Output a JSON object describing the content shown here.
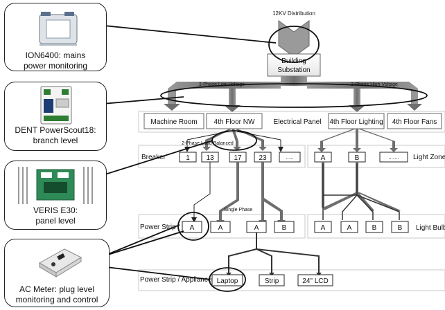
{
  "title": "12KV Distribution",
  "substation": "Building Substation",
  "bus_labels": {
    "low": "3-Phase Low Voltage",
    "high": "3-Phase High Voltage"
  },
  "panels": [
    "Machine Room",
    "4th Floor NW",
    "4th Floor Lighting",
    "4th Floor Fans"
  ],
  "electrical_panel_label": "Electrical Panel",
  "load_label": "2-Phase Load Balanced",
  "single_phase_label": "Single Phase",
  "breaker_row": {
    "label": "Breaker",
    "boxes": [
      "1",
      "13",
      "17",
      "23",
      "....."
    ]
  },
  "light_zone_row": {
    "label": "Light Zone",
    "boxes": [
      "A",
      "B",
      "......."
    ]
  },
  "power_strip_row": {
    "label": "Power Strip",
    "boxes": [
      "A",
      "A",
      "A",
      "B"
    ]
  },
  "light_bulb_row": {
    "label": "Light Bulb",
    "boxes": [
      "A",
      "A",
      "B",
      "B"
    ]
  },
  "appliance_row": {
    "label": "Power Strip / Appliance",
    "boxes": [
      "Laptop",
      "Strip",
      "24\" LCD"
    ]
  },
  "meters": [
    {
      "caption": [
        "ION6400: mains",
        "power monitoring"
      ],
      "icon": "ion6400-meter-icon"
    },
    {
      "caption": [
        "DENT PowerScout18:",
        "branch level"
      ],
      "icon": "powerscout-meter-icon"
    },
    {
      "caption": [
        "VERIS E30:",
        "panel level"
      ],
      "icon": "veris-board-icon"
    },
    {
      "caption": [
        "AC Meter: plug level",
        "monitoring and control"
      ],
      "icon": "ac-meter-icon"
    }
  ],
  "colors": {
    "trunk": "#7f7f7f",
    "trunk_dark": "#555555",
    "line": "#222222",
    "panel_border": "#bfbfbf"
  }
}
